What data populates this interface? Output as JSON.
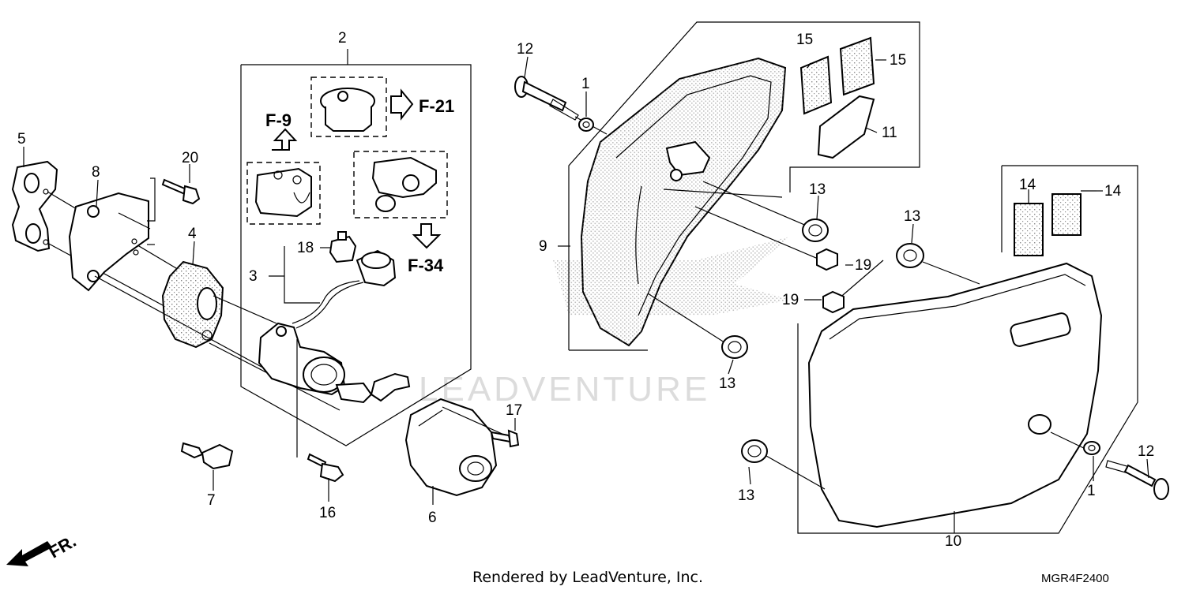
{
  "callouts": {
    "n1a": "1",
    "n1b": "1",
    "n2": "2",
    "n3": "3",
    "n4": "4",
    "n5": "5",
    "n6": "6",
    "n7": "7",
    "n8": "8",
    "n9": "9",
    "n10": "10",
    "n11": "11",
    "n12a": "12",
    "n12b": "12",
    "n13a": "13",
    "n13b": "13",
    "n13c": "13",
    "n13d": "13",
    "n14a": "14",
    "n14b": "14",
    "n15a": "15",
    "n15b": "15",
    "n16": "16",
    "n17": "17",
    "n18": "18",
    "n19a": "19",
    "n19b": "19",
    "n20": "20"
  },
  "refs": {
    "f9": "F-9",
    "f21": "F-21",
    "f34": "F-34"
  },
  "direction_label": "FR.",
  "watermark": "LEADVENTURE",
  "footer": {
    "rendered_by": "Rendered by LeadVenture, Inc.",
    "diagram_code": "MGR4F2400"
  },
  "colors": {
    "line": "#000000",
    "stipple": "#9a9a9a",
    "watermark": "#d8d8d8"
  }
}
